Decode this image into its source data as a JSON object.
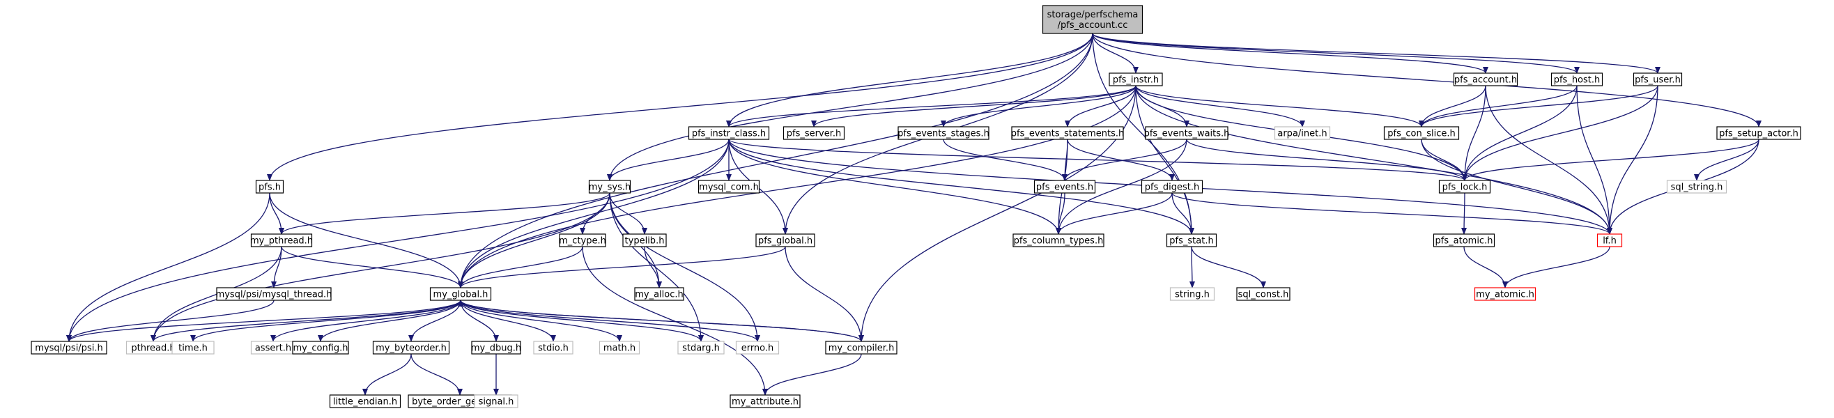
{
  "colors": {
    "edge": "#191970",
    "border_normal": "#000000",
    "border_external": "#bfbfbf",
    "border_truncated": "#ff0000",
    "fill_root": "#bfbfbf",
    "fill_normal": "#ffffff",
    "text_external": "#7f7f7f"
  },
  "nodes": [
    {
      "id": "root",
      "lines": [
        "storage/perfschema",
        "/pfs_account.cc"
      ],
      "style": "root"
    },
    {
      "id": "pfs_instr",
      "lines": [
        "pfs_instr.h"
      ],
      "style": "normal"
    },
    {
      "id": "pfs_account",
      "lines": [
        "pfs_account.h"
      ],
      "style": "normal"
    },
    {
      "id": "pfs_host",
      "lines": [
        "pfs_host.h"
      ],
      "style": "normal"
    },
    {
      "id": "pfs_user",
      "lines": [
        "pfs_user.h"
      ],
      "style": "normal"
    },
    {
      "id": "pfs_instr_class",
      "lines": [
        "pfs_instr_class.h"
      ],
      "style": "normal"
    },
    {
      "id": "pfs_server",
      "lines": [
        "pfs_server.h"
      ],
      "style": "normal"
    },
    {
      "id": "pfs_events_stages",
      "lines": [
        "pfs_events_stages.h"
      ],
      "style": "normal"
    },
    {
      "id": "pfs_events_statements",
      "lines": [
        "pfs_events_statements.h"
      ],
      "style": "normal"
    },
    {
      "id": "pfs_events_waits",
      "lines": [
        "pfs_events_waits.h"
      ],
      "style": "normal"
    },
    {
      "id": "arpa_inet",
      "lines": [
        "arpa/inet.h"
      ],
      "style": "external"
    },
    {
      "id": "pfs_con_slice",
      "lines": [
        "pfs_con_slice.h"
      ],
      "style": "normal"
    },
    {
      "id": "pfs_setup_actor",
      "lines": [
        "pfs_setup_actor.h"
      ],
      "style": "normal"
    },
    {
      "id": "pfs",
      "lines": [
        "pfs.h"
      ],
      "style": "normal"
    },
    {
      "id": "my_sys",
      "lines": [
        "my_sys.h"
      ],
      "style": "normal"
    },
    {
      "id": "mysql_com",
      "lines": [
        "mysql_com.h"
      ],
      "style": "normal"
    },
    {
      "id": "pfs_events",
      "lines": [
        "pfs_events.h"
      ],
      "style": "normal"
    },
    {
      "id": "pfs_digest",
      "lines": [
        "pfs_digest.h"
      ],
      "style": "normal"
    },
    {
      "id": "pfs_lock",
      "lines": [
        "pfs_lock.h"
      ],
      "style": "normal"
    },
    {
      "id": "sql_string",
      "lines": [
        "sql_string.h"
      ],
      "style": "external"
    },
    {
      "id": "my_pthread",
      "lines": [
        "my_pthread.h"
      ],
      "style": "normal"
    },
    {
      "id": "m_ctype",
      "lines": [
        "m_ctype.h"
      ],
      "style": "normal"
    },
    {
      "id": "typelib",
      "lines": [
        "typelib.h"
      ],
      "style": "normal"
    },
    {
      "id": "pfs_global",
      "lines": [
        "pfs_global.h"
      ],
      "style": "normal"
    },
    {
      "id": "pfs_column_types",
      "lines": [
        "pfs_column_types.h"
      ],
      "style": "normal"
    },
    {
      "id": "pfs_stat",
      "lines": [
        "pfs_stat.h"
      ],
      "style": "normal"
    },
    {
      "id": "pfs_atomic",
      "lines": [
        "pfs_atomic.h"
      ],
      "style": "normal"
    },
    {
      "id": "lf",
      "lines": [
        "lf.h"
      ],
      "style": "truncated"
    },
    {
      "id": "mysql_psi_thread",
      "lines": [
        "mysql/psi/mysql_thread.h"
      ],
      "style": "normal"
    },
    {
      "id": "my_alloc",
      "lines": [
        "my_alloc.h"
      ],
      "style": "normal"
    },
    {
      "id": "my_global",
      "lines": [
        "my_global.h"
      ],
      "style": "normal"
    },
    {
      "id": "string_h",
      "lines": [
        "string.h"
      ],
      "style": "external"
    },
    {
      "id": "sql_const",
      "lines": [
        "sql_const.h"
      ],
      "style": "normal"
    },
    {
      "id": "my_atomic",
      "lines": [
        "my_atomic.h"
      ],
      "style": "truncated"
    },
    {
      "id": "psi",
      "lines": [
        "mysql/psi/psi.h"
      ],
      "style": "normal"
    },
    {
      "id": "pthread_h",
      "lines": [
        "pthread.h"
      ],
      "style": "external"
    },
    {
      "id": "time_h",
      "lines": [
        "time.h"
      ],
      "style": "external"
    },
    {
      "id": "assert_h",
      "lines": [
        "assert.h"
      ],
      "style": "external"
    },
    {
      "id": "my_config",
      "lines": [
        "my_config.h"
      ],
      "style": "normal"
    },
    {
      "id": "my_byteorder",
      "lines": [
        "my_byteorder.h"
      ],
      "style": "normal"
    },
    {
      "id": "my_dbug",
      "lines": [
        "my_dbug.h"
      ],
      "style": "normal"
    },
    {
      "id": "stdio_h",
      "lines": [
        "stdio.h"
      ],
      "style": "external"
    },
    {
      "id": "math_h",
      "lines": [
        "math.h"
      ],
      "style": "external"
    },
    {
      "id": "stdarg_h",
      "lines": [
        "stdarg.h"
      ],
      "style": "external"
    },
    {
      "id": "errno_h",
      "lines": [
        "errno.h"
      ],
      "style": "external"
    },
    {
      "id": "my_compiler",
      "lines": [
        "my_compiler.h"
      ],
      "style": "normal"
    },
    {
      "id": "little_endian",
      "lines": [
        "little_endian.h"
      ],
      "style": "normal"
    },
    {
      "id": "byte_order_generic",
      "lines": [
        "byte_order_generic.h"
      ],
      "style": "normal"
    },
    {
      "id": "signal_h",
      "lines": [
        "signal.h"
      ],
      "style": "external"
    },
    {
      "id": "my_attribute",
      "lines": [
        "my_attribute.h"
      ],
      "style": "normal"
    }
  ],
  "edges": [
    [
      "root",
      "pfs_instr"
    ],
    [
      "root",
      "pfs_account"
    ],
    [
      "root",
      "pfs_host"
    ],
    [
      "root",
      "pfs_user"
    ],
    [
      "root",
      "pfs_setup_actor"
    ],
    [
      "root",
      "pfs_instr_class"
    ],
    [
      "root",
      "my_sys"
    ],
    [
      "root",
      "pfs"
    ],
    [
      "root",
      "my_global"
    ],
    [
      "root",
      "pfs_global"
    ],
    [
      "root",
      "pfs_stat"
    ],
    [
      "pfs_instr",
      "pfs_instr_class"
    ],
    [
      "pfs_instr",
      "pfs_server"
    ],
    [
      "pfs_instr",
      "pfs_events_stages"
    ],
    [
      "pfs_instr",
      "pfs_events_statements"
    ],
    [
      "pfs_instr",
      "pfs_events_waits"
    ],
    [
      "pfs_instr",
      "arpa_inet"
    ],
    [
      "pfs_instr",
      "pfs_con_slice"
    ],
    [
      "pfs_instr",
      "pfs_lock"
    ],
    [
      "pfs_instr",
      "lf"
    ],
    [
      "pfs_instr",
      "pfs_stat"
    ],
    [
      "pfs_instr",
      "my_global"
    ],
    [
      "pfs_instr",
      "my_compiler"
    ],
    [
      "pfs_account",
      "pfs_con_slice"
    ],
    [
      "pfs_account",
      "pfs_lock"
    ],
    [
      "pfs_account",
      "lf"
    ],
    [
      "pfs_host",
      "pfs_con_slice"
    ],
    [
      "pfs_host",
      "pfs_lock"
    ],
    [
      "pfs_host",
      "lf"
    ],
    [
      "pfs_user",
      "pfs_con_slice"
    ],
    [
      "pfs_user",
      "pfs_lock"
    ],
    [
      "pfs_user",
      "lf"
    ],
    [
      "pfs_con_slice",
      "pfs_lock"
    ],
    [
      "pfs_con_slice",
      "lf"
    ],
    [
      "pfs_setup_actor",
      "pfs_lock"
    ],
    [
      "pfs_setup_actor",
      "lf"
    ],
    [
      "pfs_setup_actor",
      "sql_string"
    ],
    [
      "pfs_instr_class",
      "my_sys"
    ],
    [
      "pfs_instr_class",
      "mysql_com"
    ],
    [
      "pfs_instr_class",
      "pfs_global"
    ],
    [
      "pfs_instr_class",
      "pfs_lock"
    ],
    [
      "pfs_instr_class",
      "lf"
    ],
    [
      "pfs_instr_class",
      "pfs_stat"
    ],
    [
      "pfs_instr_class",
      "pfs_column_types"
    ],
    [
      "pfs_instr_class",
      "psi"
    ],
    [
      "pfs_instr_class",
      "my_global"
    ],
    [
      "pfs_events_stages",
      "pfs_events"
    ],
    [
      "pfs_events_statements",
      "pfs_events"
    ],
    [
      "pfs_events_statements",
      "pfs_digest"
    ],
    [
      "pfs_events_statements",
      "pfs_column_types"
    ],
    [
      "pfs_events_waits",
      "pfs_events"
    ],
    [
      "pfs_events_waits",
      "pfs_lock"
    ],
    [
      "pfs_events_waits",
      "pfs_column_types"
    ],
    [
      "pfs_events",
      "pfs_column_types"
    ],
    [
      "pfs_digest",
      "pfs_column_types"
    ],
    [
      "pfs_digest",
      "pfs_stat"
    ],
    [
      "pfs_digest",
      "lf"
    ],
    [
      "pfs_stat",
      "string_h"
    ],
    [
      "pfs_stat",
      "sql_const"
    ],
    [
      "pfs_lock",
      "pfs_atomic"
    ],
    [
      "pfs_atomic",
      "my_atomic"
    ],
    [
      "lf",
      "my_atomic"
    ],
    [
      "pfs",
      "my_pthread"
    ],
    [
      "pfs",
      "my_global"
    ],
    [
      "pfs",
      "psi"
    ],
    [
      "my_sys",
      "my_pthread"
    ],
    [
      "my_sys",
      "m_ctype"
    ],
    [
      "my_sys",
      "typelib"
    ],
    [
      "my_sys",
      "my_alloc"
    ],
    [
      "my_sys",
      "my_global"
    ],
    [
      "my_sys",
      "stdarg_h"
    ],
    [
      "my_sys",
      "errno_h"
    ],
    [
      "my_sys",
      "pthread_h"
    ],
    [
      "my_pthread",
      "my_global"
    ],
    [
      "my_pthread",
      "mysql_psi_thread"
    ],
    [
      "my_pthread",
      "pthread_h"
    ],
    [
      "mysql_psi_thread",
      "psi"
    ],
    [
      "m_ctype",
      "my_global"
    ],
    [
      "m_ctype",
      "my_attribute"
    ],
    [
      "typelib",
      "my_alloc"
    ],
    [
      "pfs_global",
      "my_global"
    ],
    [
      "pfs_global",
      "my_compiler"
    ],
    [
      "my_global",
      "psi"
    ],
    [
      "my_global",
      "pthread_h"
    ],
    [
      "my_global",
      "time_h"
    ],
    [
      "my_global",
      "assert_h"
    ],
    [
      "my_global",
      "my_config"
    ],
    [
      "my_global",
      "my_byteorder"
    ],
    [
      "my_global",
      "my_dbug"
    ],
    [
      "my_global",
      "stdio_h"
    ],
    [
      "my_global",
      "math_h"
    ],
    [
      "my_global",
      "stdarg_h"
    ],
    [
      "my_global",
      "errno_h"
    ],
    [
      "my_global",
      "my_compiler"
    ],
    [
      "my_compiler",
      "my_global"
    ],
    [
      "my_compiler",
      "my_attribute"
    ],
    [
      "my_byteorder",
      "little_endian"
    ],
    [
      "my_byteorder",
      "byte_order_generic"
    ],
    [
      "my_dbug",
      "signal_h"
    ]
  ]
}
